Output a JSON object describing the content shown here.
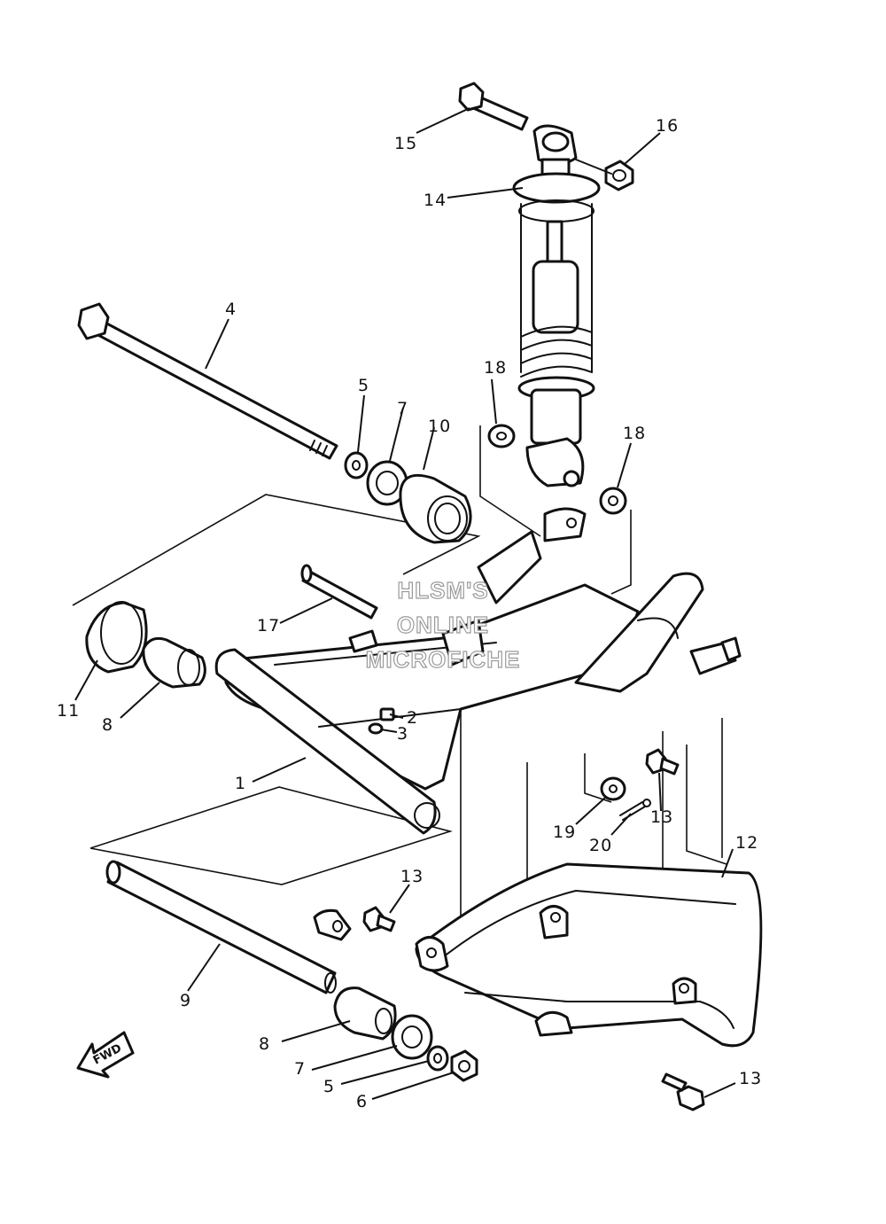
{
  "watermark": {
    "line1": "HLSM'S",
    "line2": "ONLINE",
    "line3": "MICROFICHE"
  },
  "direction_label": "FWD",
  "callouts": {
    "c1": "1",
    "c2": "2",
    "c3": "3",
    "c4": "4",
    "c5a": "5",
    "c5b": "5",
    "c6": "6",
    "c7a": "7",
    "c7b": "7",
    "c8a": "8",
    "c8b": "8",
    "c9": "9",
    "c10": "10",
    "c11": "11",
    "c12": "12",
    "c13a": "13",
    "c13b": "13",
    "c13c": "13",
    "c14": "14",
    "c15": "15",
    "c16": "16",
    "c17": "17",
    "c18a": "18",
    "c18b": "18",
    "c19": "19",
    "c20": "20"
  }
}
